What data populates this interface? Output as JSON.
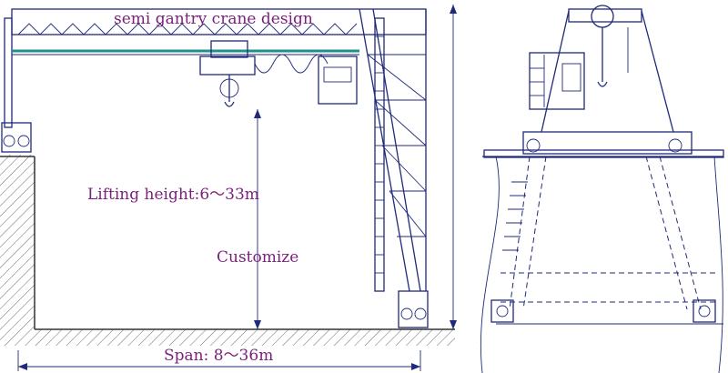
{
  "labels": {
    "title": "semi gantry crane design",
    "lifting_height": "Lifting height:6～33m",
    "customize": "Customize",
    "span": "Span: 8～36m"
  },
  "colors": {
    "line": "#1f2a7a",
    "label": "#7a1f7a",
    "rail": "#1e8f8a"
  }
}
